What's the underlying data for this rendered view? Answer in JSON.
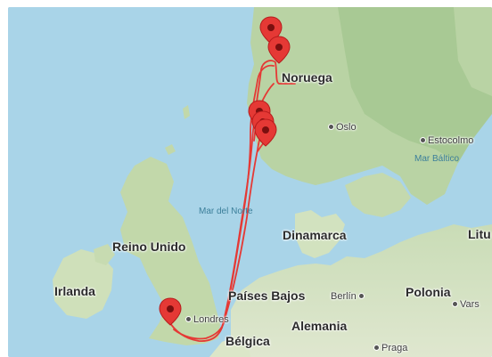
{
  "map": {
    "countries": {
      "norway": "Noruega",
      "uk": "Reino Unido",
      "ireland": "Irlanda",
      "denmark": "Dinamarca",
      "netherlands": "Países Bajos",
      "germany": "Alemania",
      "belgium": "Bélgica",
      "poland": "Polonia",
      "lithuania": "Litu"
    },
    "cities": {
      "oslo": "Oslo",
      "stockholm": "Estocolmo",
      "london": "Londres",
      "berlin": "Berlín",
      "prague": "Praga",
      "warsaw": "Vars"
    },
    "waters": {
      "north_sea": "Mar del Norte",
      "baltic_sea": "Mar Báltico"
    },
    "route_color": "#e53935",
    "marker_color": "#e53935",
    "marker_count": 6
  }
}
